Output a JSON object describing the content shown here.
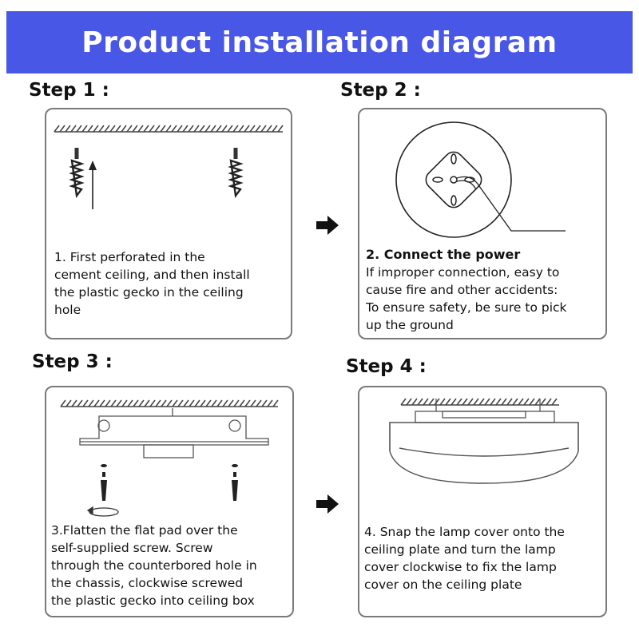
{
  "title": "Product installation diagram",
  "steps": [
    {
      "heading": "Step 1 :",
      "lines": [
        "1. First perforated in the",
        "cement ceiling, and then install",
        "the plastic gecko in the ceiling",
        "hole"
      ]
    },
    {
      "heading": "Step 2 :",
      "title_line": "2. Connect the power",
      "lines": [
        "If improper connection, easy to",
        "cause fire and other accidents:",
        "To ensure safety, be sure to pick",
        "up the ground"
      ]
    },
    {
      "heading": "Step 3 :",
      "lines": [
        "3.Flatten the flat pad over the",
        "self-supplied screw.  Screw",
        "through the counterbored hole in",
        "the chassis, clockwise screwed",
        "the plastic gecko into ceiling box"
      ]
    },
    {
      "heading": "Step 4 :",
      "lines": [
        "4. Snap the lamp cover onto the",
        "ceiling plate and turn the lamp",
        "cover clockwise to fix the lamp",
        "cover on the ceiling plate"
      ]
    }
  ],
  "colors": {
    "banner": "#4957e6",
    "banner_text": "#ffffff",
    "panel_border": "#7a7a7a"
  },
  "icons": [
    "ceiling-hatch-icon",
    "wall-anchor-icon",
    "up-arrow-icon",
    "next-step-arrow-icon",
    "ceiling-plate-icon",
    "lamp-cover-icon",
    "screw-icon",
    "rotate-icon"
  ]
}
